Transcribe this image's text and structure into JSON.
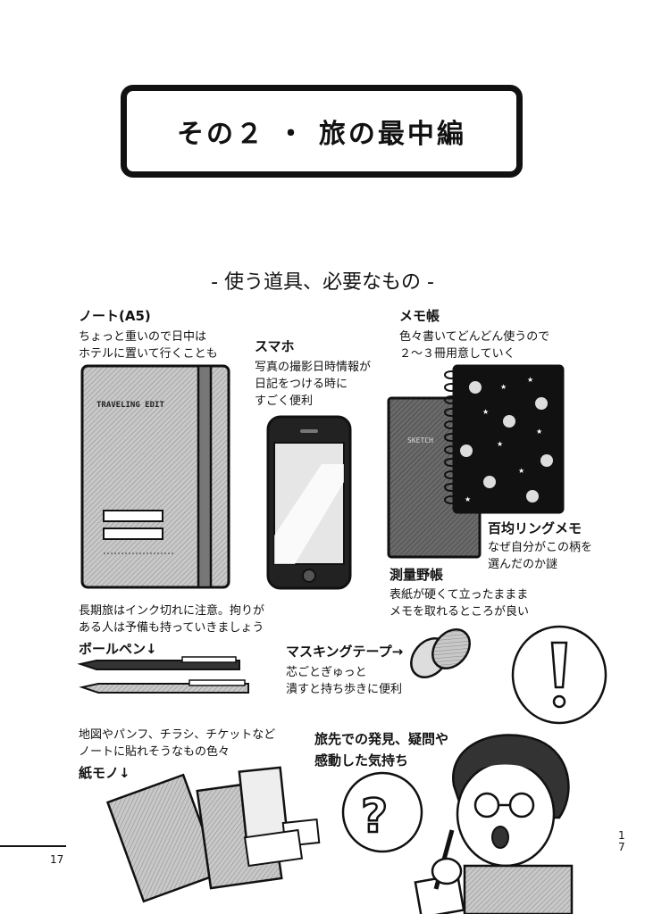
{
  "chapter_title": "その２ ・ 旅の最中編",
  "section_title": "- 使う道具、必要なもの -",
  "notebook": {
    "heading": "ノート(A5)",
    "desc": [
      "ちょっと重いので日中は",
      "ホテルに置いて行くことも"
    ],
    "cover_text": "TRAVELING EDIT"
  },
  "smartphone": {
    "heading": "スマホ",
    "desc": [
      "写真の撮影日時情報が",
      "日記をつける時に",
      "すごく便利"
    ]
  },
  "memo": {
    "heading": "メモ帳",
    "desc": [
      "色々書いてどんどん使うので",
      "２～３冊用意していく"
    ]
  },
  "ring_memo": {
    "heading": "百均リングメモ",
    "desc": [
      "なぜ自分がこの柄を",
      "選んだのか謎"
    ]
  },
  "survey_book": {
    "heading": "測量野帳",
    "desc": [
      "表紙が硬くて立ったままま",
      "メモを取れるところが良い"
    ],
    "cover_text": "SKETCH"
  },
  "pen": {
    "note": [
      "長期旅はインク切れに注意。拘りが",
      "ある人は予備も持っていきましょう"
    ],
    "heading": "ボールペン↓"
  },
  "tape": {
    "heading": "マスキングテープ→",
    "desc": [
      "芯ごとぎゅっと",
      "潰すと持ち歩きに便利"
    ]
  },
  "paper": {
    "desc": [
      "地図やパンフ、チラシ、チケットなど",
      "ノートに貼れそうなもの色々"
    ],
    "heading": "紙モノ↓"
  },
  "discovery": {
    "heading": [
      "旅先での発見、疑問や",
      "感動した気持ち"
    ]
  },
  "page_number_left": "17",
  "page_number_right": [
    "1",
    "7"
  ]
}
